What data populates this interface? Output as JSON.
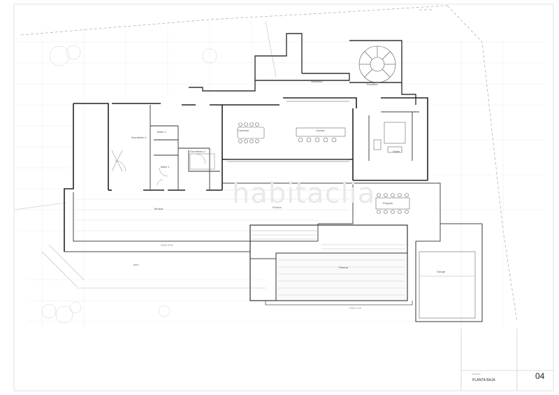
{
  "drawing": {
    "watermark": "habitaclia",
    "sheet_number": "04",
    "title_block": {
      "label": "PLANTA",
      "title": "PLANTA BAJA"
    }
  },
  "labels": {
    "vestibulo": "Vestíbulo",
    "comedor": "Comedor",
    "cocina": "Cocina",
    "salon": "Salón",
    "dormitorio1": "Dormitorio 1",
    "dormitorio2": "Dormitorio 2",
    "bano1": "Baño 1",
    "bano2": "Baño 2",
    "porche": "Porche",
    "terraza": "Terraza",
    "piscina": "Piscina",
    "pergola": "Pérgola",
    "garaje": "Garaje",
    "escalera": "Escalera",
    "cota_a": "COTA +0.00",
    "cota_b": "COTA -1.20",
    "jardin": "Jardín"
  }
}
